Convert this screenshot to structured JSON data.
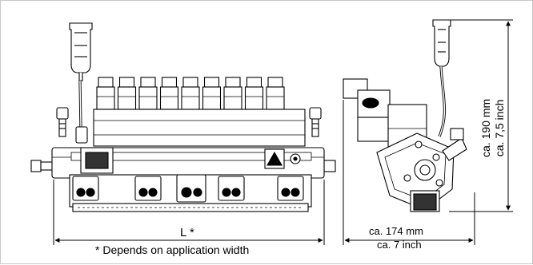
{
  "dimensions": {
    "length_label": "L *",
    "footnote": "* Depends on application width",
    "width_mm": "ca. 174 mm",
    "width_inch": "ca. 7 inch",
    "height_mm": "ca. 190 mm",
    "height_inch": "ca. 7,5 inch"
  },
  "colors": {
    "line": "#000000",
    "frame_border": "#c8c8c8",
    "background": "#ffffff"
  }
}
